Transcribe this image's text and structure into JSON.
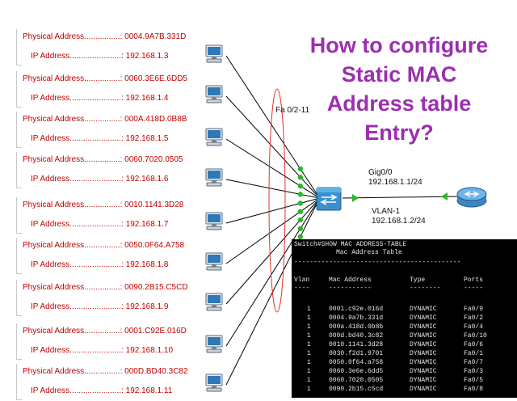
{
  "hosts": [
    {
      "mac_label": "Physical Address................: 0004.9A7B.331D",
      "ip_label": "IP Address.......................: 192.168.1.3"
    },
    {
      "mac_label": "Physical Address................: 0060.3E6E.6DD5",
      "ip_label": "IP Address.......................: 192.168.1.4"
    },
    {
      "mac_label": "Physical Address................: 000A.418D.0B8B",
      "ip_label": "IP Address.......................: 192.168.1.5"
    },
    {
      "mac_label": "Physical Address................: 0060.7020.0505",
      "ip_label": "IP Address.......................: 192.168.1.6"
    },
    {
      "mac_label": "Physical Address................: 0010.1141.3D28",
      "ip_label": "IP Address.......................: 192.168.1.7"
    },
    {
      "mac_label": "Physical Address................: 0050.0F64.A758",
      "ip_label": "IP Address.......................: 192.168.1.8"
    },
    {
      "mac_label": "Physical Address................: 0090.2B15.C5CD",
      "ip_label": "IP Address.......................: 192.168.1.9"
    },
    {
      "mac_label": "Physical Address................: 0001.C92E.016D",
      "ip_label": "IP Address.......................: 192.168.1.10"
    },
    {
      "mac_label": "Physical Address................: 000D.BD40.3C82",
      "ip_label": "IP Address.......................: 192.168.1.11"
    }
  ],
  "title_lines": [
    "How to configure",
    "Static MAC",
    "Address table",
    "Entry?"
  ],
  "port_range_label": "Fa 0/2-11",
  "router_link": {
    "interface": "Gig0/0",
    "address": "192.168.1.1/24"
  },
  "switch_vlan": {
    "interface": "VLAN-1",
    "address": "192.168.1.2/24"
  },
  "colors": {
    "title": "#9b2fae",
    "host_text": "#c00000",
    "link_green": "#2db52d",
    "terminal_bg": "#000000"
  },
  "terminal": {
    "command": "Switch#SHOW MAC ADDRESS-TABLE",
    "table_title": "Mac Address Table",
    "rule": "-------------------------------------------",
    "headers": [
      "Vlan",
      "Mac Address",
      "Type",
      "Ports"
    ],
    "header_underline": [
      "----",
      "-----------",
      "--------",
      "-----"
    ],
    "rows": [
      [
        "1",
        "0001.c92e.016d",
        "DYNAMIC",
        "Fa0/9"
      ],
      [
        "1",
        "0004.9a7b.331d",
        "DYNAMIC",
        "Fa0/2"
      ],
      [
        "1",
        "000a.418d.0b8b",
        "DYNAMIC",
        "Fa0/4"
      ],
      [
        "1",
        "000d.bd40.3c82",
        "DYNAMIC",
        "Fa0/10"
      ],
      [
        "1",
        "0010.1141.3d28",
        "DYNAMIC",
        "Fa0/6"
      ],
      [
        "1",
        "0030.f2d1.9701",
        "DYNAMIC",
        "Fa0/1"
      ],
      [
        "1",
        "0050.0f64.a758",
        "DYNAMIC",
        "Fa0/7"
      ],
      [
        "1",
        "0060.3e6e.6dd5",
        "DYNAMIC",
        "Fa0/3"
      ],
      [
        "1",
        "0060.7020.0505",
        "DYNAMIC",
        "Fa0/5"
      ],
      [
        "1",
        "0090.2b15.c5cd",
        "DYNAMIC",
        "Fa0/8"
      ]
    ]
  }
}
